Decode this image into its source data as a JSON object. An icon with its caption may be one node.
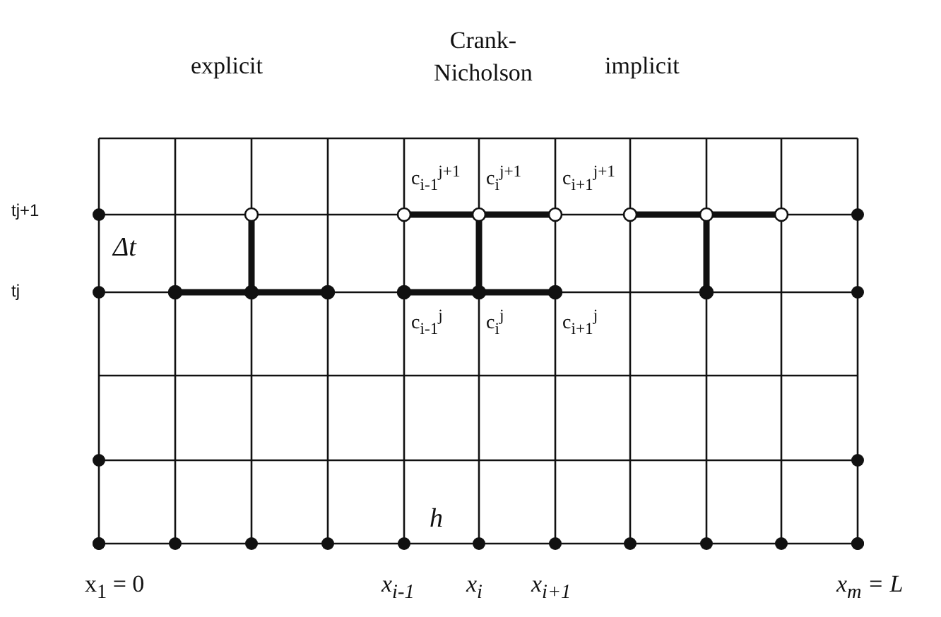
{
  "diagram": {
    "nodes": [
      {
        "text": [],
        "shape": "circle"
      },
      {
        "text": [],
        "shape": "circle"
      },
      {
        "text": [],
        "shape": "circle"
      },
      {
        "text": [],
        "shape": "circle"
      },
      {
        "text": [],
        "shape": "circle"
      },
      {
        "text": [],
        "shape": "circle"
      },
      {
        "text": [],
        "shape": "circle"
      },
      {
        "text": [],
        "shape": "circle"
      },
      {
        "text": [],
        "shape": "circle"
      },
      {
        "text": [],
        "shape": "circle"
      },
      {
        "text": [],
        "shape": "circle"
      },
      {
        "text": [],
        "shape": "circle"
      },
      {
        "text": [],
        "shape": "circle"
      },
      {
        "text": [],
        "shape": "circle"
      }
    ],
    "edges": [
      {
        "from": 1,
        "to": 2,
        "arrow": "none"
      },
      {
        "from": 2,
        "to": 3,
        "arrow": "none"
      },
      {
        "from": 2,
        "to": 0,
        "arrow": "none"
      },
      {
        "from": 4,
        "to": 5,
        "arrow": "none"
      },
      {
        "from": 5,
        "to": 6,
        "arrow": "none"
      },
      {
        "from": 7,
        "to": 8,
        "arrow": "none"
      },
      {
        "from": 8,
        "to": 9,
        "arrow": "none"
      },
      {
        "from": 5,
        "to": 8,
        "arrow": "none"
      },
      {
        "from": 10,
        "to": 11,
        "arrow": "none"
      },
      {
        "from": 11,
        "to": 12,
        "arrow": "none"
      },
      {
        "from": 11,
        "to": 13,
        "arrow": "none"
      }
    ],
    "labels": [
      "Crank- Nicholson",
      "explicit",
      "implicit",
      "c$_{i-1}$$^{j+1}$",
      "c$_{i}$$^{j+1}$",
      "c$_{i+1}$$^{j+1}$",
      "tj+1",
      "Δt",
      "tj",
      "c$_{i-1}$$^{j}$",
      "c$_{i}$$^{j}$",
      "c$_{i+1}$$^{j}$",
      "h",
      "x$_{1}$ = 0",
      "x$_{i-1}$",
      "x$_{i}$",
      "x$_{i+1}$",
      "x$_{m}$ = L"
    ]
  }
}
